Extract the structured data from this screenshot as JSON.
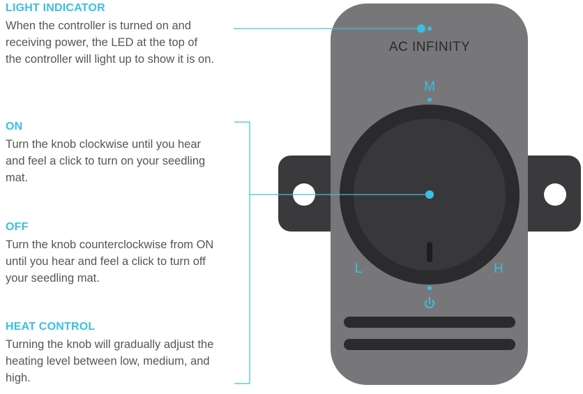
{
  "sections": {
    "light": {
      "heading": "LIGHT INDICATOR",
      "body": "When the controller is turned on and receiving power, the LED at the top of the controller will light up to show it is on."
    },
    "on": {
      "heading": "ON",
      "body": "Turn the knob clockwise until you hear and feel a click to turn on your seedling mat."
    },
    "off": {
      "heading": "OFF",
      "body": "Turn the knob counterclockwise from ON until you hear and feel a click to turn off your seedling mat."
    },
    "heat": {
      "heading": "HEAT CONTROL",
      "body": "Turning the knob will gradually adjust the heating level between low, medium, and high."
    }
  },
  "device": {
    "brand": "AC INFINITY",
    "label_medium": "M",
    "label_low": "L",
    "label_high": "H",
    "power_icon": "power-icon"
  },
  "colors": {
    "accent": "#3bbfe0",
    "heading": "#3bbfe0",
    "body_text": "#555555",
    "housing": "#77777a",
    "bracket": "#3a3a3d",
    "knob_outer": "#2b2b2d",
    "knob_inner": "#38383b"
  }
}
